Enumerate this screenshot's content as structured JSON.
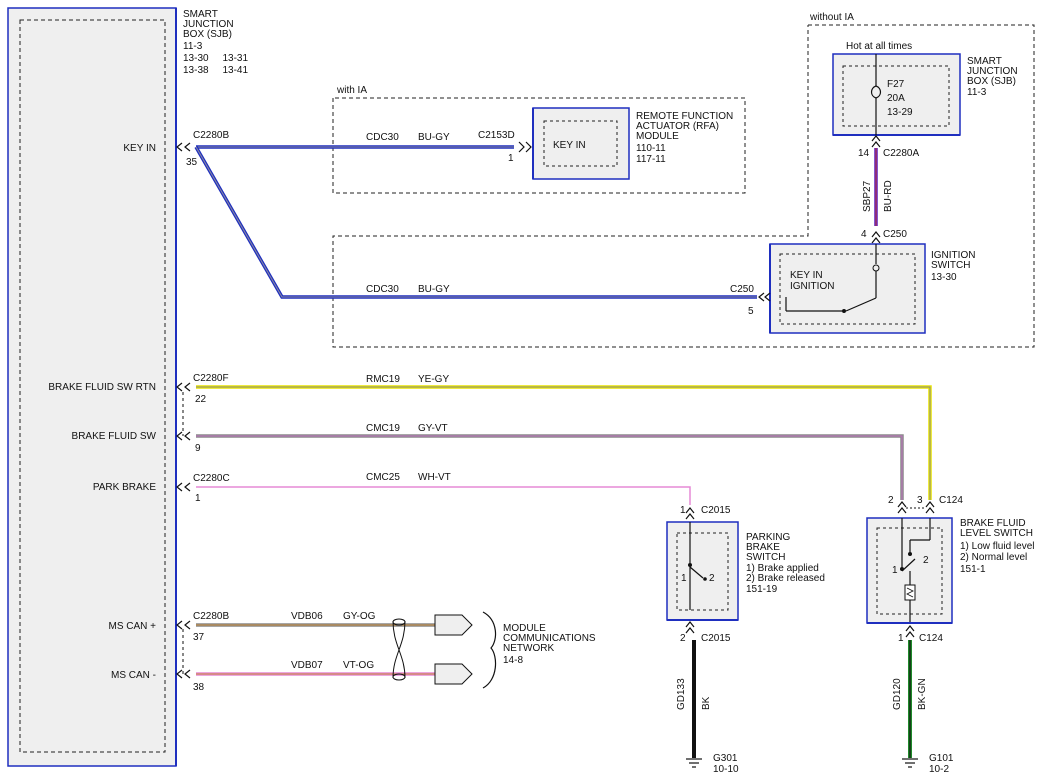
{
  "sjb_main": {
    "lines": [
      "SMART",
      "JUNCTION",
      "BOX (SJB)",
      "11-3",
      "13-30     13-31",
      "13-38     13-41"
    ]
  },
  "pins": [
    {
      "label": "KEY IN",
      "connector": "C2280B",
      "pin": "35"
    },
    {
      "label": "BRAKE FLUID SW RTN",
      "connector": "C2280F",
      "pin": "22"
    },
    {
      "label": "BRAKE FLUID SW",
      "connector": "",
      "pin": "9"
    },
    {
      "label": "PARK BRAKE",
      "connector": "C2280C",
      "pin": "1"
    },
    {
      "label": "MS CAN +",
      "connector": "C2280B",
      "pin": "37"
    },
    {
      "label": "MS CAN -",
      "connector": "",
      "pin": "38"
    }
  ],
  "wires": {
    "key_in_upper": {
      "circuit": "CDC30",
      "color": "BU-GY"
    },
    "key_in_lower": {
      "circuit": "CDC30",
      "color": "BU-GY"
    },
    "brake_rtn": {
      "circuit": "RMC19",
      "color": "YE-GY"
    },
    "brake_sw": {
      "circuit": "CMC19",
      "color": "GY-VT"
    },
    "park_brake": {
      "circuit": "CMC25",
      "color": "WH-VT"
    },
    "can_plus": {
      "circuit": "VDB06",
      "color": "GY-OG"
    },
    "can_minus": {
      "circuit": "VDB07",
      "color": "VT-OG"
    },
    "sbp27": {
      "circuit": "SBP27",
      "color": "BU-RD"
    },
    "gd133": {
      "circuit": "GD133",
      "color": "BK"
    },
    "gd120": {
      "circuit": "GD120",
      "color": "BK-GN"
    }
  },
  "with_ia": {
    "label": "with IA"
  },
  "without_ia": {
    "label": "without IA"
  },
  "rfa": {
    "connector": "C2153D",
    "pin": "1",
    "inner": "KEY IN",
    "lines": [
      "REMOTE FUNCTION",
      "ACTUATOR (RFA)",
      "MODULE",
      "110-11",
      "117-11"
    ]
  },
  "sjb_right": {
    "hot": "Hot at all times",
    "fuse": "F27",
    "amps": "20A",
    "ref": "13-29",
    "lines": [
      "SMART",
      "JUNCTION",
      "BOX (SJB)",
      "11-3"
    ],
    "connector": "C2280A",
    "pin": "14"
  },
  "ignition": {
    "top_connector": "C250",
    "top_pin": "4",
    "left_connector": "C250",
    "left_pin": "5",
    "inner": [
      "KEY IN",
      "IGNITION"
    ],
    "lines": [
      "IGNITION",
      "SWITCH",
      "13-30"
    ]
  },
  "parking": {
    "top_connector": "C2015",
    "top_pin": "1",
    "bottom_connector": "C2015",
    "bottom_pin": "2",
    "lines": [
      "PARKING",
      "BRAKE",
      "SWITCH",
      "1) Brake applied",
      "2) Brake released",
      "151-19"
    ],
    "sw_a": "1",
    "sw_b": "2"
  },
  "brake_fluid": {
    "connector": "C124",
    "pin_a": "2",
    "pin_b": "3",
    "bottom_connector": "C124",
    "bottom_pin": "1",
    "lines": [
      "BRAKE FLUID",
      "LEVEL SWITCH",
      "1) Low fluid level",
      "2) Normal level",
      "151-1"
    ],
    "sw_a": "1",
    "sw_b": "2"
  },
  "network": {
    "lines": [
      "MODULE",
      "COMMUNICATIONS",
      "NETWORK",
      "14-8"
    ]
  },
  "grounds": [
    {
      "name": "G301",
      "ref": "10-10"
    },
    {
      "name": "G101",
      "ref": "10-2"
    }
  ],
  "colors": {
    "blue": "#1f2fbf",
    "violet": "#5a1fbf",
    "yellow": "#e8e400",
    "gray": "#8a8a8a",
    "pink": "#e58ad6",
    "orange": "#c88a3a",
    "green": "#1f8a2a",
    "black": "#111111",
    "component_fill": "#efefef"
  }
}
